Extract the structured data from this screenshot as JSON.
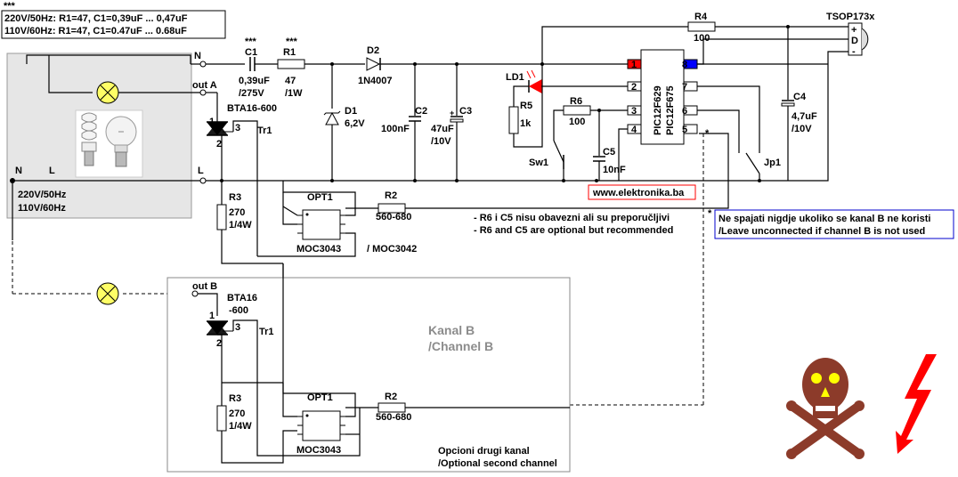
{
  "header": {
    "stars": "***",
    "line1": "220V/50Hz: R1=47, C1=0,39uF ... 0,47uF",
    "line2": "110V/60Hz: R1=47, C1=0.47uF ... 0.68uF"
  },
  "mains": {
    "n_label": "N",
    "l_label": "L",
    "out_a": "out A",
    "out_b": "out B",
    "volt1": "220V/50Hz",
    "volt2": "110V/60Hz"
  },
  "c1": {
    "stars": "***",
    "name": "C1",
    "val1": "0,39uF",
    "val2": "/275V"
  },
  "r1": {
    "stars": "***",
    "name": "R1",
    "val1": "47",
    "val2": "/1W"
  },
  "d2": {
    "name": "D2",
    "val": "1N4007"
  },
  "d1": {
    "name": "D1",
    "val": "6,2V"
  },
  "c2": {
    "name": "C2",
    "val": "100nF"
  },
  "c3": {
    "name": "C3",
    "val1": "47uF",
    "val2": "/10V"
  },
  "ld1": {
    "name": "LD1"
  },
  "r5": {
    "name": "R5",
    "val": "1k"
  },
  "r6": {
    "name": "R6",
    "val": "100"
  },
  "c5": {
    "name": "C5",
    "val": "10nF"
  },
  "sw1": {
    "name": "Sw1"
  },
  "ic": {
    "line1": "PIC12F629",
    "line2": "PIC12F675",
    "pins": [
      "1",
      "2",
      "3",
      "4",
      "5",
      "6",
      "7",
      "8"
    ],
    "star": "*"
  },
  "r4": {
    "name": "R4",
    "val": "100"
  },
  "tsop": {
    "name": "TSOP173x",
    "pins": [
      "+",
      "D",
      "-"
    ]
  },
  "c4": {
    "name": "C4",
    "val1": "4,7uF",
    "val2": "/10V"
  },
  "jp1": {
    "name": "Jp1"
  },
  "url": "www.elektronika.ba",
  "triac_a": {
    "name1": "BTA16-600",
    "tr": "Tr1",
    "pin1": "1",
    "pin2": "2",
    "pin3": "3"
  },
  "r3_a": {
    "name": "R3",
    "val1": "270",
    "val2": "1/4W"
  },
  "opt_a": {
    "name": "OPT1",
    "part": "MOC3043",
    "alt": "/ MOC3042"
  },
  "r2_a": {
    "name": "R2",
    "val": "560-680"
  },
  "notes": {
    "n1": "- R6 i C5 nisu obavezni ali su preporučljivi",
    "n2": "- R6 and C5 are optional but recommended"
  },
  "channel_b_note": {
    "star": "*",
    "line1": "Ne spajati nigdje ukoliko se kanal B ne koristi",
    "line2": "/Leave unconnected if channel B is not used"
  },
  "channel_b": {
    "title1": "Kanal B",
    "title2": "/Channel B",
    "triac_name1": "BTA16",
    "triac_name2": "-600",
    "tr": "Tr1",
    "pin1": "1",
    "pin2": "2",
    "pin3": "3",
    "r3_name": "R3",
    "r3_val1": "270",
    "r3_val2": "1/4W",
    "opt_name": "OPT1",
    "opt_part": "MOC3043",
    "r2_name": "R2",
    "r2_val": "560-680",
    "footer1": "Opcioni drugi kanal",
    "footer2": "/Optional second channel"
  },
  "colors": {
    "panel_fill": "#e6e6e6",
    "lamp_fill": "#ffff66",
    "led_red": "#ff0000",
    "pin1_red": "#ff0000",
    "pin8_blue": "#0000ff",
    "url_border": "#ff0000",
    "note_border": "#0000cc",
    "skull_fill": "#8c3b2a",
    "bolt_red": "#ff0000"
  }
}
